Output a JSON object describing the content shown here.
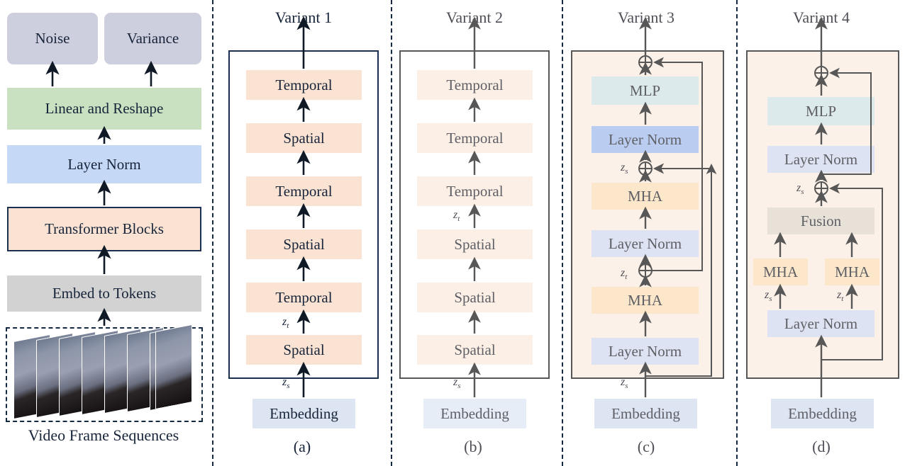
{
  "figure": {
    "panels": [
      {
        "id": "overview",
        "blocks": [
          {
            "name": "noise",
            "label": "Noise"
          },
          {
            "name": "variance",
            "label": "Variance"
          },
          {
            "name": "linear",
            "label": "Linear and Reshape"
          },
          {
            "name": "layer-norm",
            "label": "Layer Norm"
          },
          {
            "name": "transformer",
            "label": "Transformer Blocks"
          },
          {
            "name": "embed",
            "label": "Embed to Tokens"
          }
        ],
        "film_caption": "Video Frame Sequences",
        "frame_count": 8
      },
      {
        "id": "variant-1",
        "title": "Variant 1",
        "caption": "(a)",
        "embedding": "Embedding",
        "z_in": "z",
        "z_in_sub": "s",
        "z_mid": "z",
        "z_mid_sub": "t",
        "stack": [
          "Temporal",
          "Spatial",
          "Temporal",
          "Spatial",
          "Temporal",
          "Spatial"
        ]
      },
      {
        "id": "variant-2",
        "title": "Variant 2",
        "caption": "(b)",
        "embedding": "Embedding",
        "z_in": "z",
        "z_in_sub": "s",
        "z_mid": "z",
        "z_mid_sub": "t",
        "stack": [
          "Temporal",
          "Temporal",
          "Temporal",
          "Spatial",
          "Spatial",
          "Spatial"
        ]
      },
      {
        "id": "variant-3",
        "title": "Variant 3",
        "caption": "(c)",
        "embedding": "Embedding",
        "z_in": "z",
        "z_in_sub": "s",
        "z_s": "z",
        "z_s_sub": "s",
        "z_t": "z",
        "z_t_sub": "t",
        "stack": [
          "MLP",
          "Layer Norm",
          "MHA",
          "Layer Norm",
          "MHA",
          "Layer Norm"
        ],
        "sum_symbol": "⊕"
      },
      {
        "id": "variant-4",
        "title": "Variant 4",
        "caption": "(d)",
        "embedding": "Embedding",
        "z_s": "z",
        "z_s_sub": "s",
        "z_t": "z",
        "z_t_sub": "t",
        "z_sum": "z",
        "z_sum_sub": "s",
        "stack": [
          "MLP",
          "Layer Norm",
          "Fusion",
          "MHA",
          "MHA",
          "Layer Norm"
        ],
        "sum_symbol": "⊕"
      }
    ]
  },
  "colors": {
    "peach_block": "#FAE3D3",
    "peach_block_faded": "#FCEFE6",
    "panel_bg": "#FCF1E9",
    "embedding": "#DDE5F3",
    "layer_norm_strong": "#BACDF0",
    "layer_norm_soft": "#DDE3F2",
    "mlp": "#DCEAEC",
    "mha": "#FCE7CB",
    "fusion": "#E8E1D8",
    "noise": "#CDCEDE",
    "linear_reshape": "#C9E1C1",
    "layer_norm_left": "#C5D8F5",
    "embed_tokens": "#D2D2D2",
    "navy": "#1B3050",
    "grey_stroke": "#575757"
  }
}
